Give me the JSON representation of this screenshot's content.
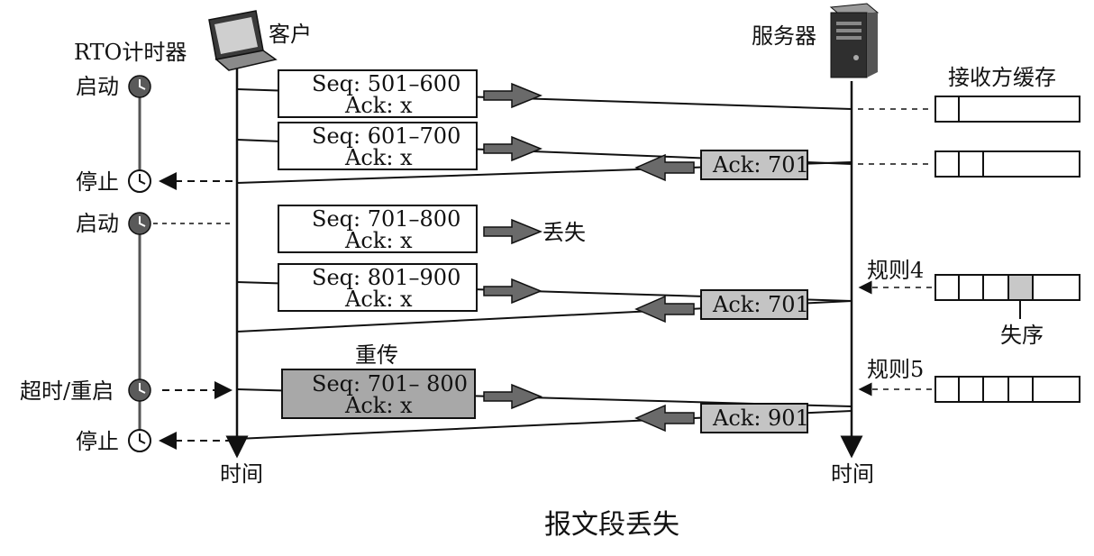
{
  "title": "报文段丢失",
  "rto_timer_label": "RTO计时器",
  "client_label": "客户",
  "server_label": "服务器",
  "receiver_buffer_label": "接收方缓存",
  "time_label_client": "时间",
  "time_label_server": "时间",
  "timer_events": [
    "启动",
    "停止",
    "启动",
    "超时/重启",
    "停止"
  ],
  "segments": [
    {
      "seq": "Seq: 501–600",
      "ack": "Ack: x"
    },
    {
      "seq": "Seq: 601–700",
      "ack": "Ack: x"
    },
    {
      "seq": "Seq: 701–800",
      "ack": "Ack: x"
    },
    {
      "seq": "Seq: 801–900",
      "ack": "Ack: x"
    },
    {
      "seq": "Seq: 701– 800",
      "ack": "Ack: x"
    }
  ],
  "lost_label": "丢失",
  "retransmit_label": "重传",
  "acks": [
    "Ack: 701",
    "Ack: 701",
    "Ack: 901"
  ],
  "rule4_label": "规则4",
  "rule5_label": "规则5",
  "out_of_order_label": "失序",
  "colors": {
    "ack_fill": "#c4c4c4",
    "retransmit_fill": "#a8a8a8",
    "arrow_fill": "#6a6a6a",
    "clock_fill": "#5a5a5a"
  }
}
